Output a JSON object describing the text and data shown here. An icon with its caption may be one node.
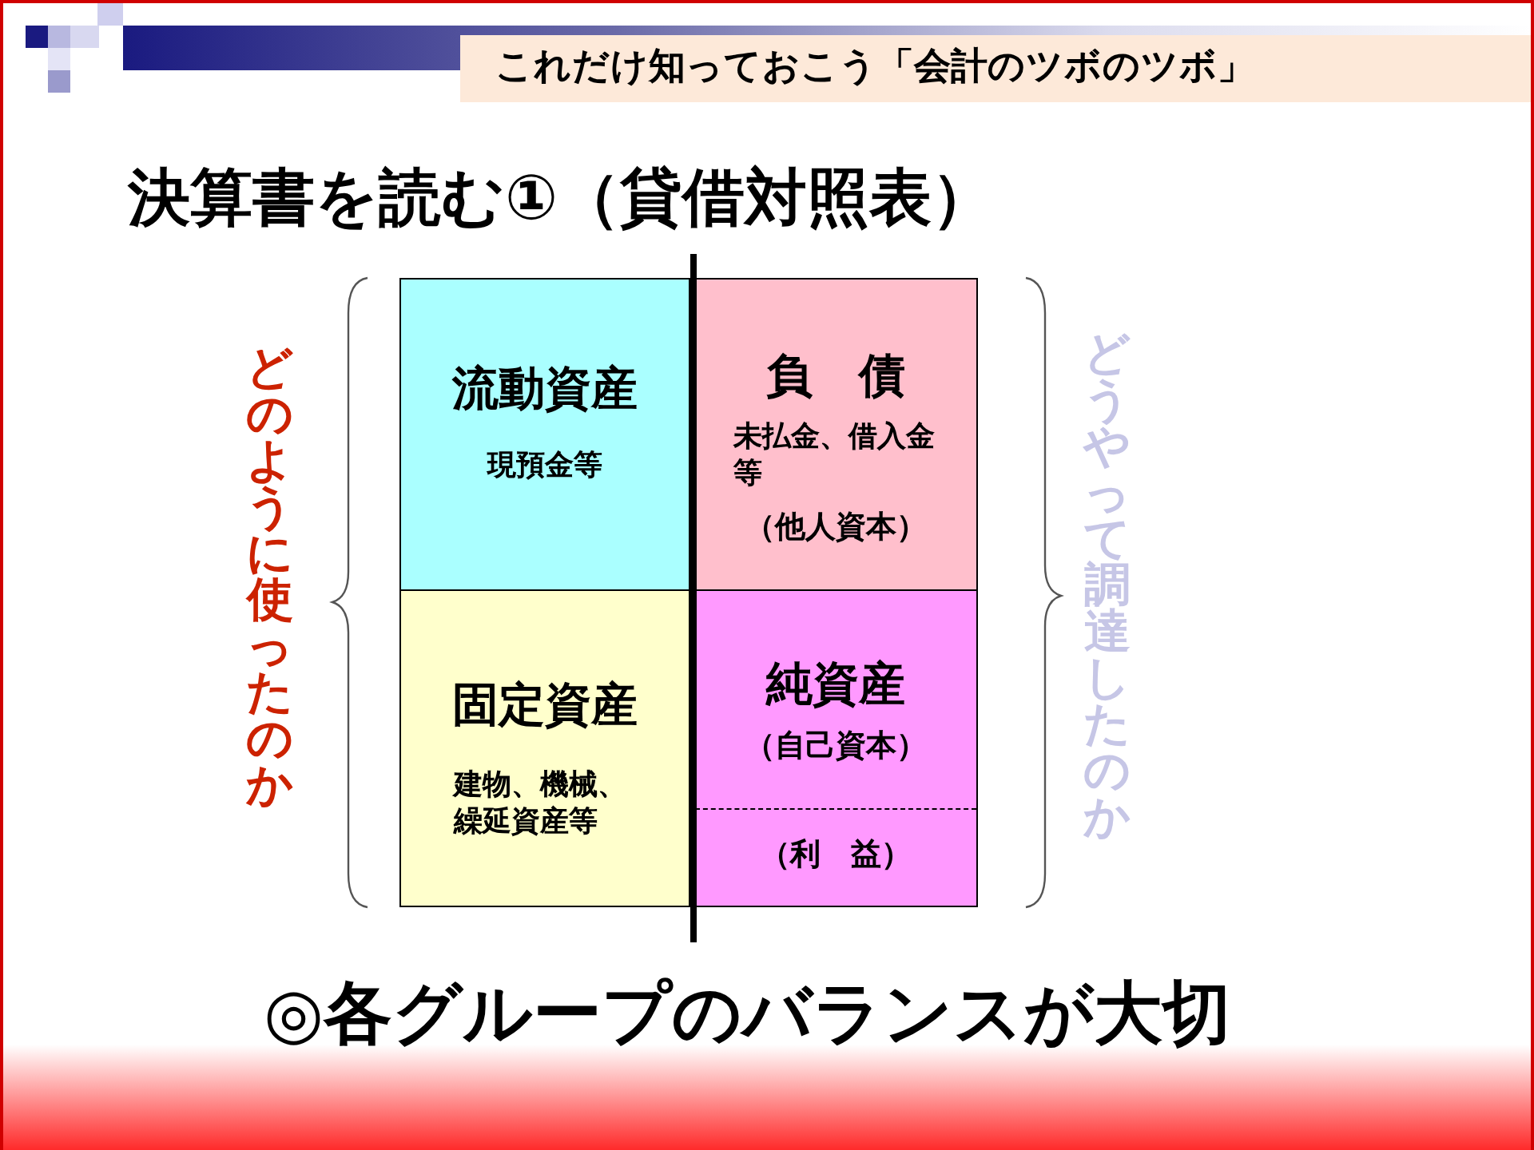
{
  "diagram": {
    "title": "決算書を読む①（貸借対照表）",
    "caption": "◎各グループのバランスが大切",
    "nodes": [
      {
        "text": [
          "流動資産",
          "現預金等"
        ]
      },
      {
        "text": [
          "負　債",
          "未払金、借入金等",
          "（他人資本）"
        ]
      },
      {
        "text": [
          "固定資産",
          "建物、機械、繰延資産等"
        ]
      },
      {
        "text": [
          "純資産",
          "（自己資本）"
        ]
      },
      {
        "text": [
          "（利　益）"
        ],
        "in": 3
      }
    ],
    "labels": [
      "これだけ知っておこう「会計のツボのツボ」",
      "どのように使ったのか",
      "どうやって調達したのか"
    ]
  }
}
